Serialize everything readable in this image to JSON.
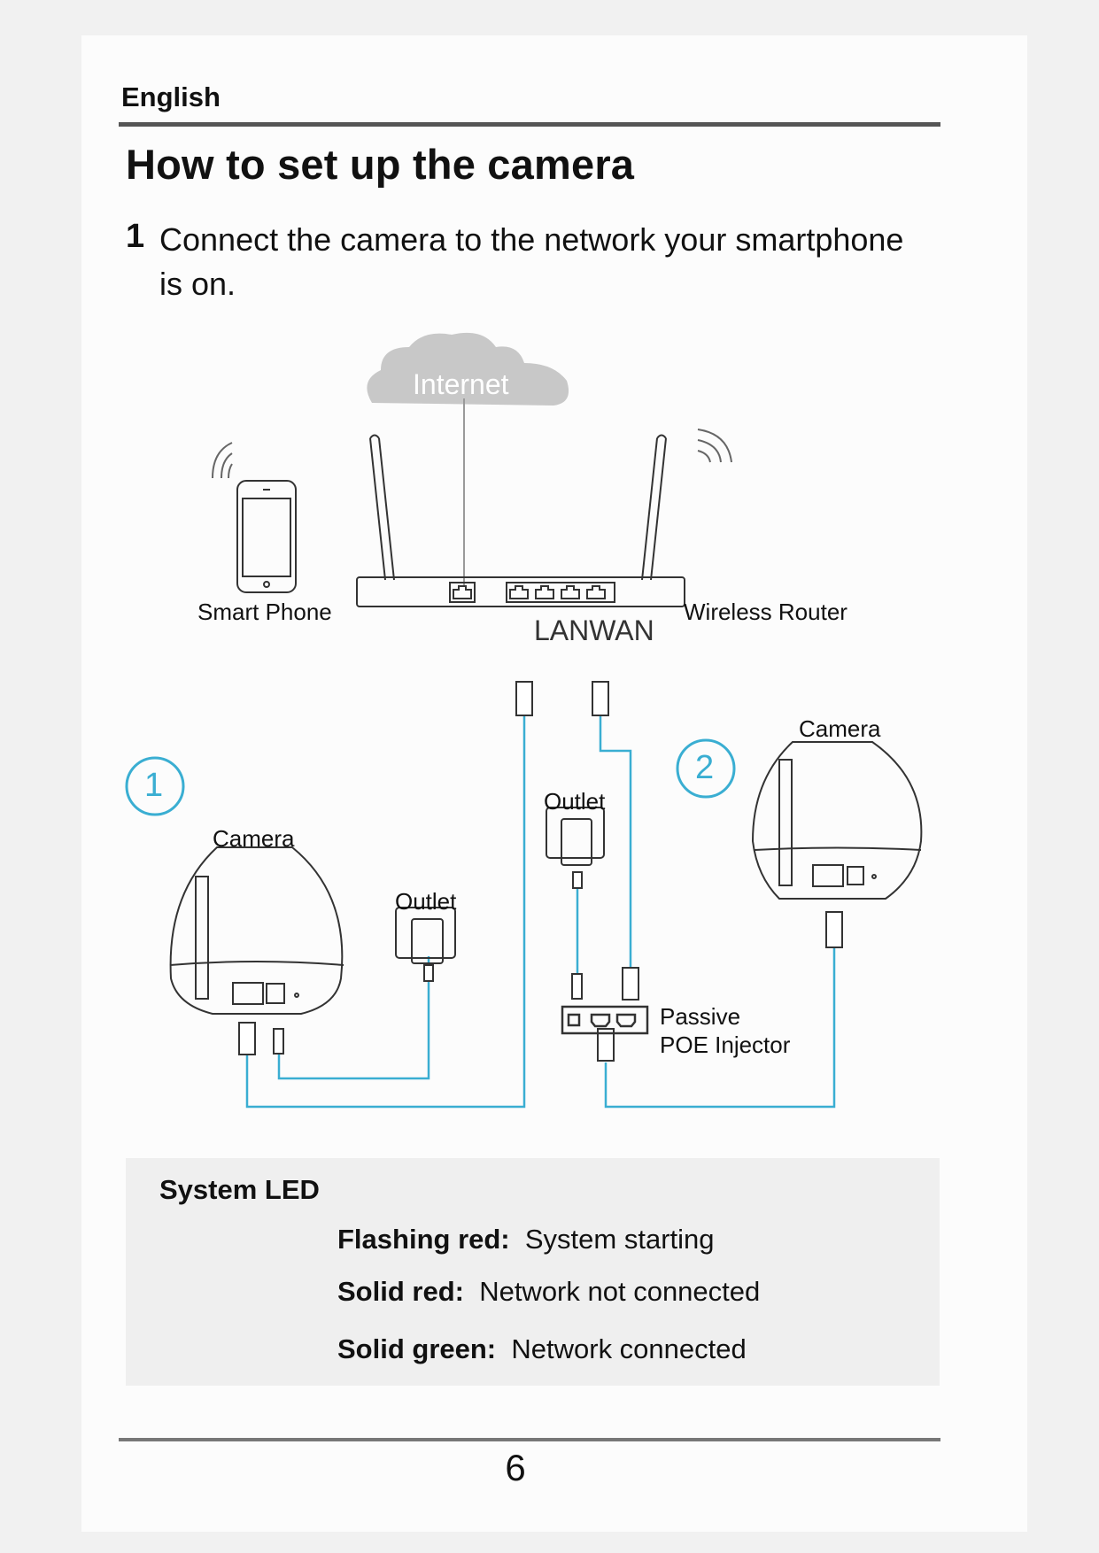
{
  "header": {
    "language": "English"
  },
  "title": "How to set up the camera",
  "step": {
    "number": "1",
    "line1": "Connect the camera to the network your smartphone",
    "line2": "is on."
  },
  "diagram": {
    "cloud_label": "Internet",
    "smartphone_label": "Smart Phone",
    "router_label": "Wireless Router",
    "router_ports_label": "LANWAN",
    "option1": {
      "badge": "1",
      "camera_label": "Camera",
      "outlet_label": "Outlet"
    },
    "option2": {
      "badge": "2",
      "camera_label": "Camera",
      "outlet_label": "Outlet",
      "injector_label_line1": "Passive",
      "injector_label_line2": "POE Injector"
    },
    "cable_color": "#3aaed2"
  },
  "system_led": {
    "title": "System LED",
    "states": [
      {
        "label": "Flashing red:",
        "meaning": "System starting"
      },
      {
        "label": "Solid red:",
        "meaning": "Network not connected"
      },
      {
        "label": "Solid green:",
        "meaning": "Network connected"
      }
    ]
  },
  "footer": {
    "page_number": "6"
  }
}
